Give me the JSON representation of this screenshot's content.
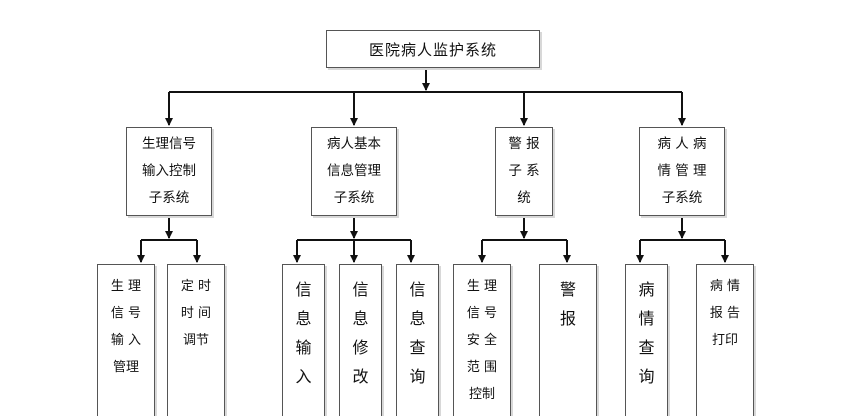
{
  "root": {
    "label": "医院病人监护系统"
  },
  "subsystems": [
    {
      "label": "生理信号\n输入控制\n子系统",
      "children": [
        "生 理\n信 号\n输 入\n管理",
        "定 时\n时 间\n调节"
      ]
    },
    {
      "label": "病人基本\n信息管理\n子系统",
      "children": [
        "信\n息\n输\n入",
        "信\n息\n修\n改",
        "信\n息\n查\n询"
      ]
    },
    {
      "label": "警 报\n子 系\n统",
      "children": [
        "生 理\n信 号\n安 全\n范 围\n控制",
        "警\n报"
      ]
    },
    {
      "label": "病 人 病\n情 管 理\n子系统",
      "children": [
        "病\n情\n查\n询",
        "病 情\n报 告\n打印"
      ]
    }
  ]
}
